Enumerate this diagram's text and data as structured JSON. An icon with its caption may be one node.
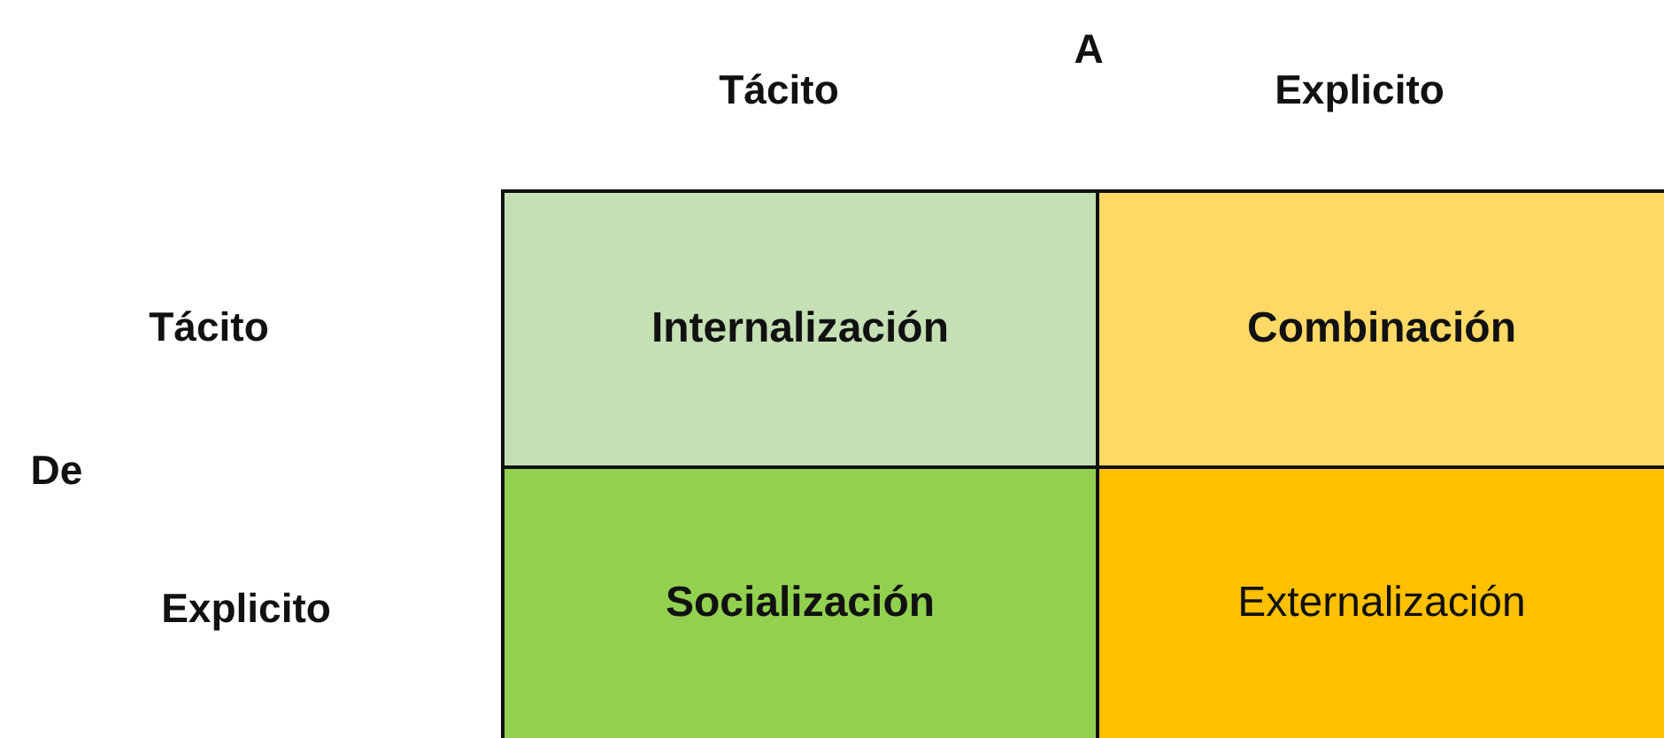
{
  "diagram": {
    "nodes": [
      {
        "text": [
          "Internalización"
        ]
      },
      {
        "text": [
          "Combinación"
        ]
      },
      {
        "text": [
          "Socialización"
        ]
      },
      {
        "text": [
          "Externalización"
        ]
      }
    ],
    "labels": [
      "A",
      "Tácito",
      "Explicito",
      "Tácito",
      "De",
      "Explicito"
    ]
  }
}
